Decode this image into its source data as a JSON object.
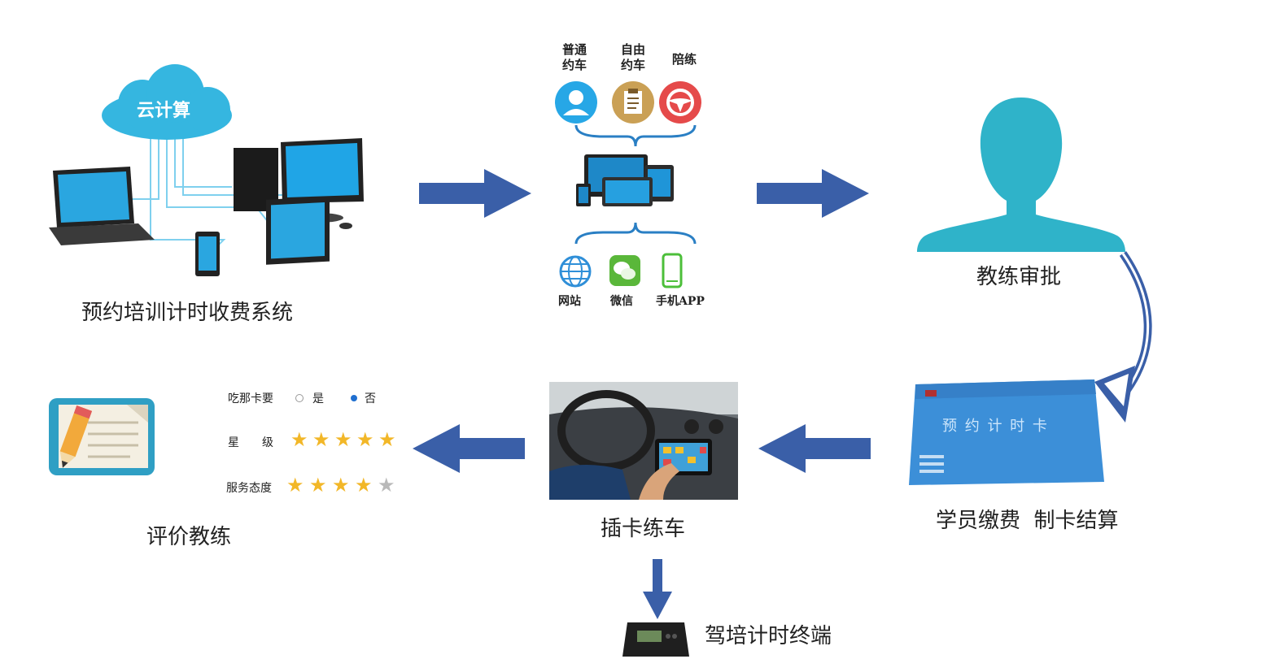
{
  "colors": {
    "arrow": "#3a5fa8",
    "cloud": "#35b6e0",
    "person": "#2fb3c9",
    "card": "#3c8fd8",
    "star_on": "#f2b728",
    "star_off": "#b9b9b9"
  },
  "system": {
    "cloud_label": "云计算",
    "caption": "预约培训计时收费系统"
  },
  "booking": {
    "types": [
      {
        "label": "普通\n约车",
        "icon": "person-circle-icon"
      },
      {
        "label": "自由\n约车",
        "icon": "clipboard-circle-icon"
      },
      {
        "label": "陪练",
        "icon": "steering-wheel-circle-icon"
      }
    ],
    "channels": [
      {
        "label": "网站",
        "icon": "globe-icon"
      },
      {
        "label": "微信",
        "icon": "wechat-icon"
      },
      {
        "label": "手机APP",
        "icon": "mobile-phone-icon"
      }
    ]
  },
  "coach": {
    "caption": "教练审批"
  },
  "card": {
    "caption": "学员缴费  制卡结算",
    "card_text": "预 约 计 时 卡"
  },
  "practice": {
    "caption": "插卡练车"
  },
  "terminal": {
    "caption": "驾培计时终端"
  },
  "evaluation": {
    "caption": "评价教练",
    "question_label": "吃那卡要",
    "option_yes": "是",
    "option_no": "否",
    "selected": "否",
    "rating_label": "星　　级",
    "rating_value": 5,
    "attitude_label": "服务态度",
    "attitude_value": 4,
    "max_stars": 5
  }
}
